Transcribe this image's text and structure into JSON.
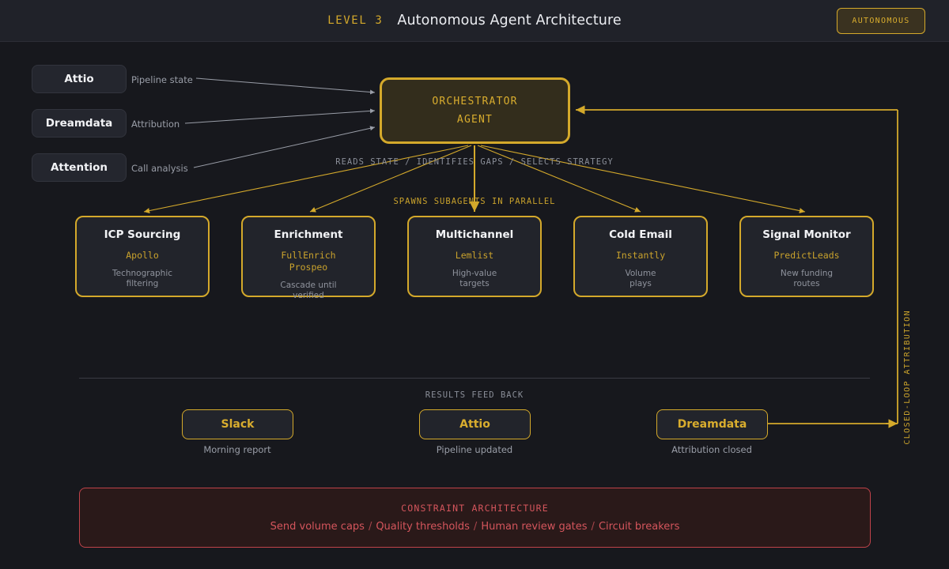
{
  "header": {
    "level_tag": "LEVEL 3",
    "title": "Autonomous Agent Architecture",
    "badge": "AUTONOMOUS"
  },
  "sources": [
    {
      "name": "Attio",
      "edge_label": "Pipeline state"
    },
    {
      "name": "Dreamdata",
      "edge_label": "Attribution"
    },
    {
      "name": "Attention",
      "edge_label": "Call analysis"
    }
  ],
  "orchestrator": {
    "line1": "ORCHESTRATOR",
    "line2": "AGENT"
  },
  "mid_labels": {
    "process": "READS STATE  /  IDENTIFIES GAPS  /  SELECTS STRATEGY",
    "spawn": "SPAWNS SUBAGENTS IN PARALLEL"
  },
  "subagents": [
    {
      "title": "ICP Sourcing",
      "tools": [
        "Apollo"
      ],
      "desc": "Technographic\nfiltering"
    },
    {
      "title": "Enrichment",
      "tools": [
        "FullEnrich",
        "Prospeo"
      ],
      "desc": "Cascade until\nverified"
    },
    {
      "title": "Multichannel",
      "tools": [
        "Lemlist"
      ],
      "desc": "High-value\ntargets"
    },
    {
      "title": "Cold Email",
      "tools": [
        "Instantly"
      ],
      "desc": "Volume\nplays"
    },
    {
      "title": "Signal Monitor",
      "tools": [
        "PredictLeads"
      ],
      "desc": "New funding\nroutes"
    }
  ],
  "feedback": {
    "heading": "RESULTS FEED BACK",
    "outputs": [
      {
        "name": "Slack",
        "caption": "Morning report"
      },
      {
        "name": "Attio",
        "caption": "Pipeline updated"
      },
      {
        "name": "Dreamdata",
        "caption": "Attribution closed"
      }
    ],
    "loop_label": "CLOSED-LOOP ATTRIBUTION"
  },
  "constraints": {
    "title": "CONSTRAINT ARCHITECTURE",
    "items": [
      "Send volume caps",
      "Quality thresholds",
      "Human review gates",
      "Circuit breakers"
    ],
    "separator": "/"
  },
  "colors": {
    "gold": "#d4a92b",
    "gold_text": "#d9ad2e",
    "red": "#c0434a",
    "background": "#17181d",
    "panel": "#22242b"
  }
}
